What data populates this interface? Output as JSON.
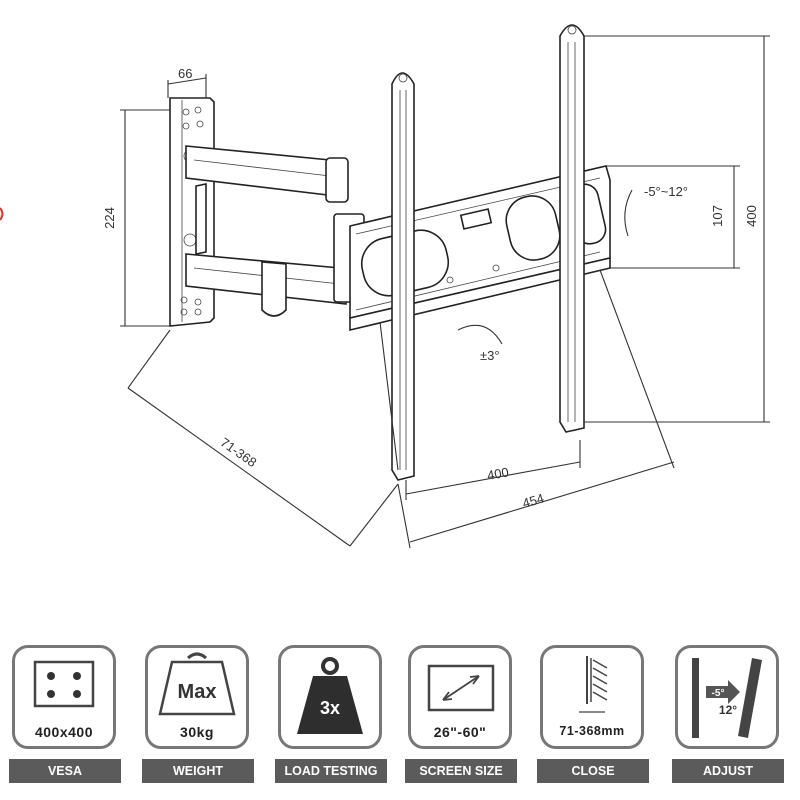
{
  "diagram": {
    "dimensions": {
      "arm_width": "66",
      "plate_height": "224",
      "extension": "71-368",
      "tilt": "-5°~12°",
      "rail_gap_height": "107",
      "rail_height": "400",
      "swivel": "±3°",
      "vesa_width": "400",
      "overall_width": "454"
    }
  },
  "features": [
    {
      "label": "VESA",
      "value": "400x400",
      "icon": "vesa-pattern-icon"
    },
    {
      "label": "WEIGHT",
      "value": "30kg",
      "icon": "weight-icon",
      "icon_text": "Max"
    },
    {
      "label": "LOAD TESTING",
      "value": "",
      "icon": "load-weight-icon",
      "icon_text": "3x"
    },
    {
      "label": "SCREEN SIZE",
      "value": "26\"-60\"",
      "icon": "screen-diagonal-icon"
    },
    {
      "label": "CLOSE",
      "value": "71-368mm",
      "icon": "wall-distance-icon"
    },
    {
      "label": "ADJUST",
      "value": "",
      "icon": "tilt-adjust-icon",
      "icon_text_top": "-5°",
      "icon_text_bottom": "12°"
    }
  ],
  "colors": {
    "line": "#333333",
    "card_border": "#777777",
    "label_bg": "#5b5b5b",
    "label_text": "#ffffff"
  }
}
